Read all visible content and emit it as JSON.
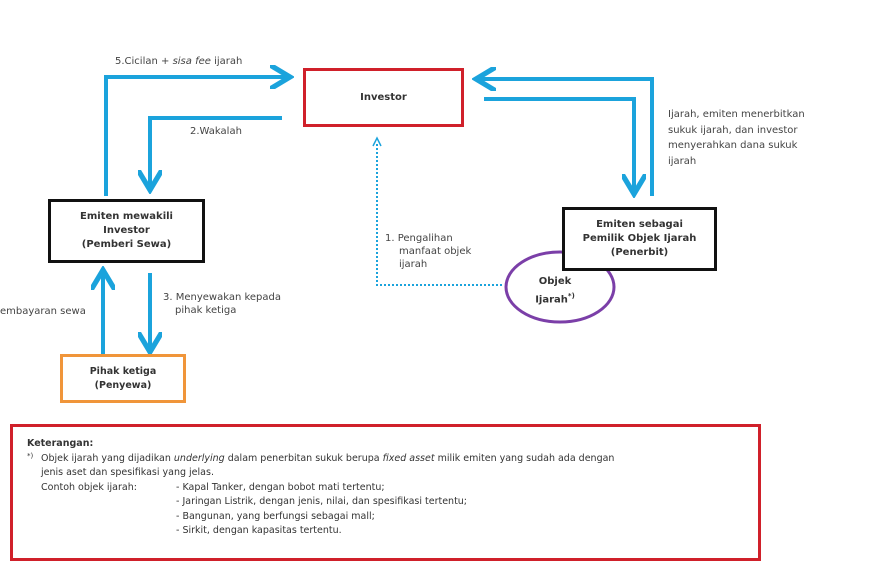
{
  "nodes": {
    "investor": "Investor",
    "emiten_wakil": [
      "Emiten mewakili",
      "Investor",
      "(Pemberi Sewa)"
    ],
    "pihak_ketiga": [
      "Pihak ketiga",
      "(Penyewa)"
    ],
    "emiten_pemilik": [
      "Emiten sebagai",
      "Pemilik Objek Ijarah",
      "(Penerbit)"
    ],
    "objek": [
      "Objek",
      "Ijarah",
      "*)"
    ]
  },
  "arrows": {
    "step5_prefix": "5.Cicilan + ",
    "step5_italic": "sisa fee",
    "step5_suffix": " ijarah",
    "step2": "2.Wakalah",
    "pembayaran": "embayaran sewa",
    "step3": [
      "3. Menyewakan kepada",
      "pihak ketiga"
    ],
    "step1": [
      "1. Pengalihan",
      "manfaat objek",
      "ijarah"
    ],
    "right_note": [
      "Ijarah, emiten menerbitkan",
      "sukuk ijarah, dan investor",
      "menyerahkan dana sukuk",
      "ijarah"
    ]
  },
  "colors": {
    "arrow": "#1ba3dc",
    "investor_border": "#d0202a",
    "orange": "#f0953a",
    "purple": "#7b3fa8"
  },
  "note": {
    "title": "Keterangan:",
    "mark": "*)",
    "line1_a": "Objek ijarah yang dijadikan ",
    "line1_b": "underlying",
    "line1_c": " dalam penerbitan sukuk berupa ",
    "line1_d": "fixed asset",
    "line1_e": " milik emiten yang sudah ada dengan",
    "line2": "jenis aset dan spesifikasi yang jelas.",
    "examples_label": "Contoh objek ijarah:",
    "examples": [
      "- Kapal Tanker, dengan bobot mati tertentu;",
      "- Jaringan Listrik, dengan jenis, nilai, dan spesifikasi tertentu;",
      "- Bangunan, yang berfungsi sebagai mall;",
      "- Sirkit, dengan kapasitas tertentu."
    ]
  }
}
